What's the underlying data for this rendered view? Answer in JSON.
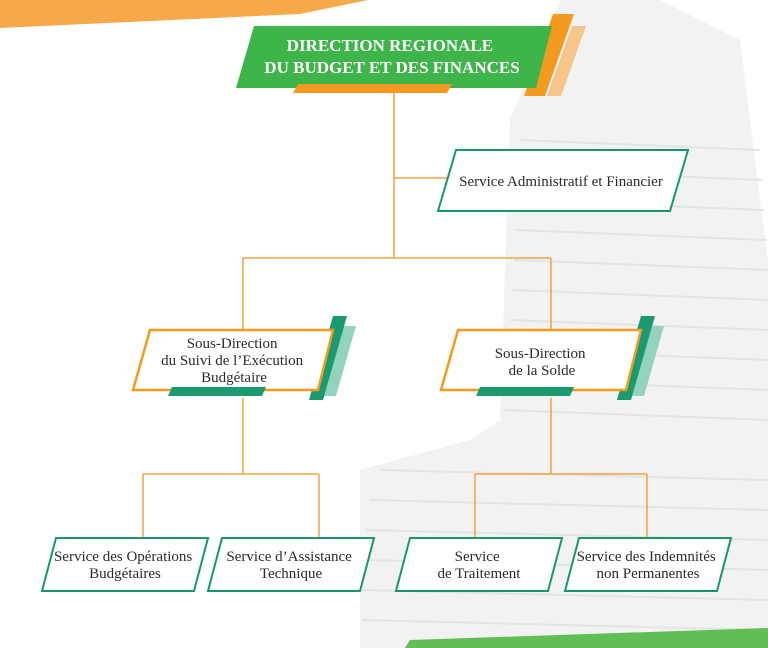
{
  "org_chart": {
    "top": {
      "lines": [
        "DIRECTION REGIONALE",
        "DU BUDGET ET DES FINANCES"
      ]
    },
    "staff_service": {
      "lines": [
        "Service Administratif et Financier"
      ]
    },
    "sub_directions": [
      {
        "lines": [
          "Sous-Direction",
          "du Suivi de l’Exécution",
          "Budgétaire"
        ],
        "services": [
          {
            "lines": [
              "Service des Opérations",
              "Budgétaires"
            ]
          },
          {
            "lines": [
              "Service d’Assistance",
              "Technique"
            ]
          }
        ]
      },
      {
        "lines": [
          "Sous-Direction",
          "de la Solde"
        ],
        "services": [
          {
            "lines": [
              "Service",
              "de Traitement"
            ]
          },
          {
            "lines": [
              "Service des Indemnités",
              "non Permanentes"
            ]
          }
        ]
      }
    ]
  },
  "colors": {
    "green": "#3db54a",
    "orange": "#f39a1f",
    "light_orange": "#f7c48a",
    "teal": "#1a9a6e",
    "light_teal": "#93d3bd",
    "teal_outline": "#17986b",
    "connector": "#f3a240",
    "building": "#efefef"
  }
}
